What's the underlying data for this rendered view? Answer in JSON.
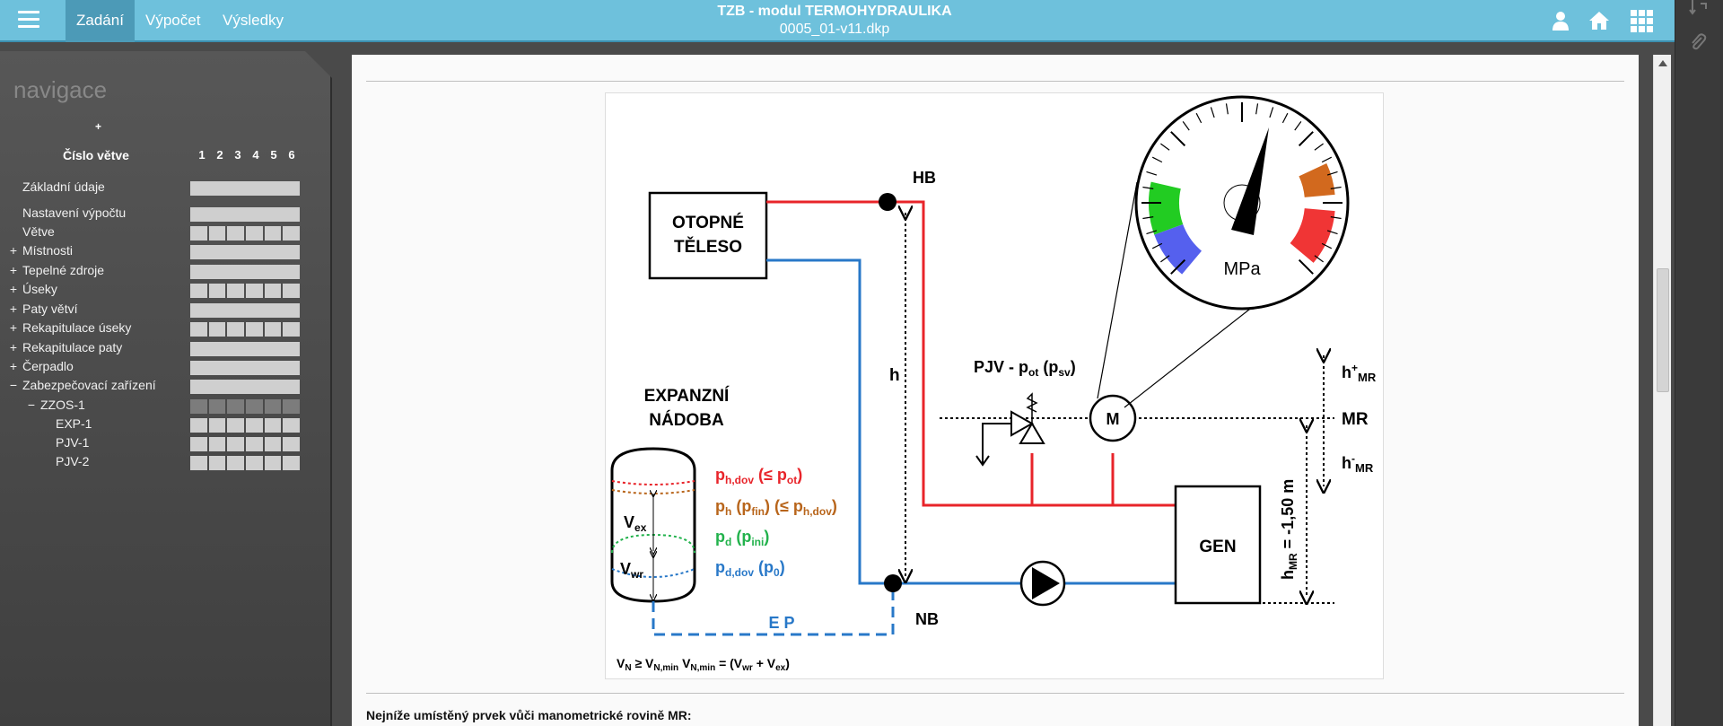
{
  "header": {
    "tabs": [
      {
        "label": "Zadání",
        "active": true
      },
      {
        "label": "Výpočet",
        "active": false
      },
      {
        "label": "Výsledky",
        "active": false
      }
    ],
    "title": "TZB - modul TERMOHYDRAULIKA",
    "filename": "0005_01-v11.dkp",
    "icons": [
      "user-icon",
      "home-icon",
      "apps-grid-icon"
    ]
  },
  "sidebar": {
    "title": "navigace",
    "plus": "+",
    "column_header": "Číslo větve",
    "columns": [
      "1",
      "2",
      "3",
      "4",
      "5",
      "6"
    ],
    "items": [
      {
        "label": "Základní údaje",
        "expander": "",
        "indent": 0,
        "cells": "bar"
      },
      {
        "label": "Nastavení výpočtu",
        "expander": "",
        "indent": 0,
        "cells": "bar"
      },
      {
        "label": "Větve",
        "expander": "",
        "indent": 0,
        "cells": "grid"
      },
      {
        "label": "Místnosti",
        "expander": "+",
        "indent": 0,
        "cells": "bar"
      },
      {
        "label": "Tepelné zdroje",
        "expander": "+",
        "indent": 0,
        "cells": "bar"
      },
      {
        "label": "Úseky",
        "expander": "+",
        "indent": 0,
        "cells": "grid"
      },
      {
        "label": "Paty větví",
        "expander": "+",
        "indent": 0,
        "cells": "bar"
      },
      {
        "label": "Rekapitulace úseky",
        "expander": "+",
        "indent": 0,
        "cells": "grid"
      },
      {
        "label": "Rekapitulace paty",
        "expander": "+",
        "indent": 0,
        "cells": "bar"
      },
      {
        "label": "Čerpadlo",
        "expander": "+",
        "indent": 0,
        "cells": "bar"
      },
      {
        "label": "Zabezpečovací zařízení",
        "expander": "−",
        "indent": 0,
        "cells": "bar"
      },
      {
        "label": "ZZOS-1",
        "expander": "−",
        "indent": 1,
        "cells": "dark"
      },
      {
        "label": "EXP-1",
        "expander": "",
        "indent": 2,
        "cells": "grid"
      },
      {
        "label": "PJV-1",
        "expander": "",
        "indent": 2,
        "cells": "grid"
      },
      {
        "label": "PJV-2",
        "expander": "",
        "indent": 2,
        "cells": "grid"
      }
    ]
  },
  "diagram": {
    "radiator": [
      "OTOPNÉ",
      "TĚLESO"
    ],
    "hb": "HB",
    "nb": "NB",
    "h": "h",
    "vessel_title": [
      "EXPANZNÍ",
      "NÁDOBA"
    ],
    "pjv": "PJV - p",
    "pjv_sub": "ot",
    "pjv_paren": "(p",
    "pjv_paren_sub": "sv",
    "gauge_unit": "MPa",
    "m": "M",
    "mr": "MR",
    "h_plus": "h",
    "h_plus_sup": "+",
    "h_minus": "h",
    "h_minus_sup": "-",
    "h_mr_sub": "MR",
    "gen": "GEN",
    "hmr_label": "h",
    "hmr_sub": "MR",
    "hmr_value": " = -1,50 m",
    "ep": "E P",
    "vex": "V",
    "vex_sub": "ex",
    "vwr": "V",
    "vwr_sub": "wr",
    "p_hdov": "p",
    "p_hdov_sub": "h,dov",
    "p_hdov_tail": " (≤ p",
    "p_hdov_tail_sub": "ot",
    "p_h": "p",
    "p_h_sub": "h",
    "p_h_mid": " (p",
    "p_h_mid_sub": "fin",
    "p_h_tail": ") (≤ p",
    "p_h_tail_sub": "h,dov",
    "p_d": "p",
    "p_d_sub": "d",
    "p_d_tail": " (p",
    "p_d_tail_sub": "ini",
    "p_ddov": "p",
    "p_ddov_sub": "d,dov",
    "p_ddov_tail": " (p",
    "p_ddov_tail_sub": "0",
    "close_paren": ")",
    "formula_v": "V",
    "formula_n": "N",
    "formula_ge": " ≥ V",
    "formula_nmin": "N,min",
    "formula_eq": " = (V",
    "formula_wr": "wr",
    "formula_plus": " + V",
    "formula_ex": "ex",
    "formula_end": ")",
    "colors": {
      "red": "#e8242a",
      "blue": "#2878c8",
      "brown": "#b8651b",
      "green": "#22b24c",
      "gauge_green": "#22cc22",
      "gauge_blue": "#5560ee",
      "gauge_orange": "#d2691e",
      "gauge_red": "#f03535"
    }
  },
  "footer": {
    "label": "Nejníže umístěný prvek vůči manometrické rovině MR:"
  }
}
